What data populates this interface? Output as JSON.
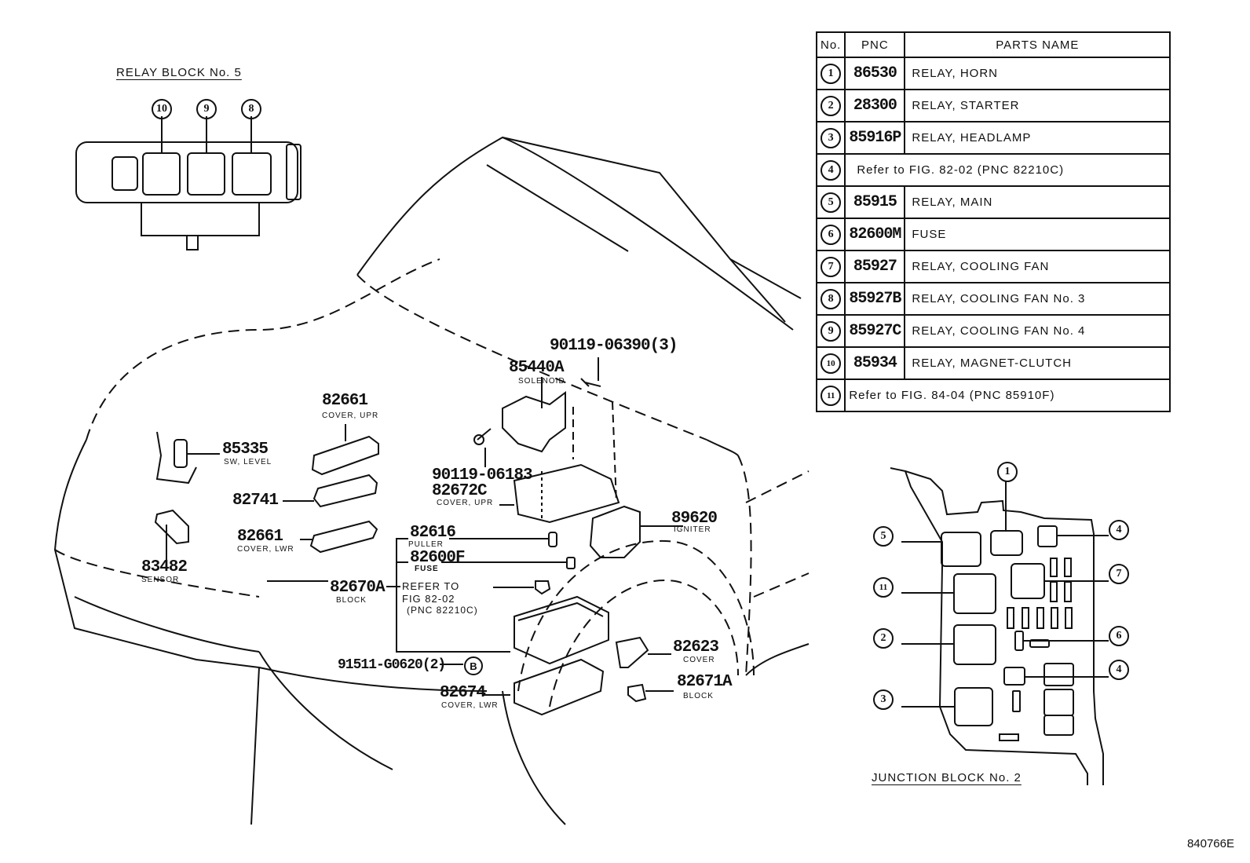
{
  "figure_code": "840766E",
  "relay_block": {
    "title": "RELAY BLOCK No. 5",
    "callouts": [
      "10",
      "9",
      "8"
    ]
  },
  "junction_block": {
    "title": "JUNCTION BLOCK No. 2",
    "callouts_left": [
      "5",
      "11",
      "2",
      "3"
    ],
    "callouts_top": [
      "1"
    ],
    "callouts_right": [
      "4",
      "7",
      "6",
      "4"
    ]
  },
  "table": {
    "headers": [
      "No.",
      "PNC",
      "PARTS NAME"
    ],
    "rows": [
      {
        "no": "1",
        "pnc": "86530",
        "name": "RELAY, HORN"
      },
      {
        "no": "2",
        "pnc": "28300",
        "name": "RELAY, STARTER"
      },
      {
        "no": "3",
        "pnc": "85916P",
        "name": "RELAY, HEADLAMP"
      },
      {
        "no": "4",
        "pnc": "",
        "name": "Refer to FIG. 82-02 (PNC 82210C)",
        "span": true
      },
      {
        "no": "5",
        "pnc": "85915",
        "name": "RELAY, MAIN"
      },
      {
        "no": "6",
        "pnc": "82600M",
        "name": "FUSE"
      },
      {
        "no": "7",
        "pnc": "85927",
        "name": "RELAY, COOLING FAN"
      },
      {
        "no": "8",
        "pnc": "85927B",
        "name": "RELAY, COOLING FAN No. 3"
      },
      {
        "no": "9",
        "pnc": "85927C",
        "name": "RELAY, COOLING FAN No. 4"
      },
      {
        "no": "10",
        "pnc": "85934",
        "name": "RELAY, MAGNET-CLUTCH"
      },
      {
        "no": "11",
        "pnc": "",
        "name": "Refer to FIG. 84-04 (PNC 85910F)",
        "span": true
      }
    ]
  },
  "parts": {
    "p90119_06390": {
      "num": "90119-06390(3)"
    },
    "p85440A": {
      "num": "85440A",
      "desc": "SOLENOID"
    },
    "p82661_upr": {
      "num": "82661",
      "desc": "COVER, UPR"
    },
    "p85335": {
      "num": "85335",
      "desc": "SW, LEVEL"
    },
    "p82741": {
      "num": "82741"
    },
    "p90119_06183": {
      "num": "90119-06183"
    },
    "p82672C": {
      "num": "82672C",
      "desc": "COVER, UPR"
    },
    "p89620": {
      "num": "89620",
      "desc": "IGNITER"
    },
    "p82661_lwr": {
      "num": "82661",
      "desc": "COVER, LWR"
    },
    "p82616": {
      "num": "82616",
      "desc": "PULLER"
    },
    "p82600F": {
      "num": "82600F",
      "desc": "FUSE"
    },
    "p83482": {
      "num": "83482",
      "desc": "SENSOR"
    },
    "p82670A": {
      "num": "82670A",
      "desc": "BLOCK"
    },
    "refer": {
      "line1": "REFER TO",
      "line2": "FIG 82-02",
      "line3": "(PNC 82210C)"
    },
    "p82623": {
      "num": "82623",
      "desc": "COVER"
    },
    "p91511": {
      "num": "91511-G0620(2)",
      "marker": "B"
    },
    "p82671A": {
      "num": "82671A",
      "desc": "BLOCK"
    },
    "p82674": {
      "num": "82674",
      "desc": "COVER, LWR"
    }
  }
}
